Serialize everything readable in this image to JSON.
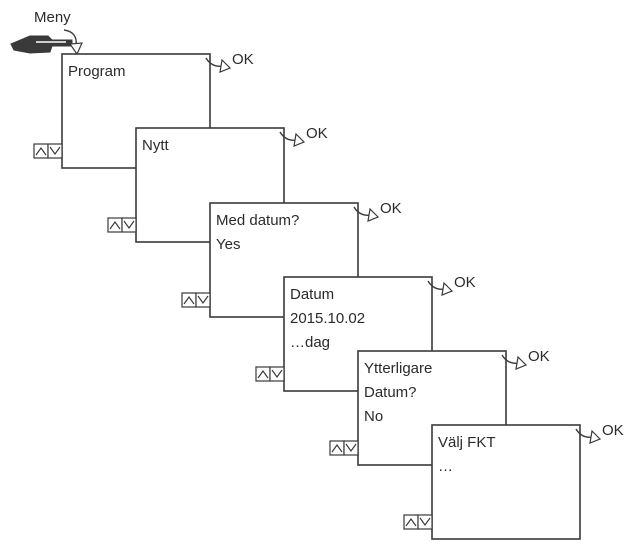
{
  "menu_label": "Meny",
  "ok_label": "OK",
  "icons": [
    "pointing-hand-icon",
    "curved-arrow-icon",
    "up-arrow-icon",
    "down-arrow-icon"
  ],
  "screens": [
    {
      "lines": [
        "Program"
      ]
    },
    {
      "lines": [
        "Nytt"
      ]
    },
    {
      "lines": [
        "Med datum?",
        "Yes"
      ]
    },
    {
      "lines": [
        "Datum",
        "2015.10.02",
        "…dag"
      ]
    },
    {
      "lines": [
        "Ytterligare",
        "Datum?",
        "No"
      ]
    },
    {
      "lines": [
        "Välj FKT",
        "…"
      ]
    }
  ]
}
